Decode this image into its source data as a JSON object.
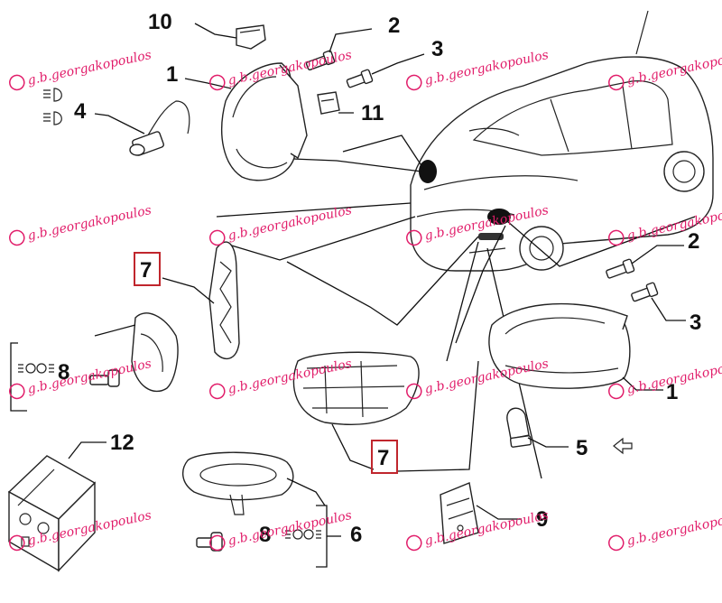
{
  "watermark": {
    "text": "g.b.georgakopoulos",
    "color": "#e11d6a"
  },
  "callouts": [
    {
      "id": "c10",
      "label": "10",
      "boxed": false
    },
    {
      "id": "c1a",
      "label": "1",
      "boxed": false
    },
    {
      "id": "c2a",
      "label": "2",
      "boxed": false
    },
    {
      "id": "c3a",
      "label": "3",
      "boxed": false
    },
    {
      "id": "c4",
      "label": "4",
      "boxed": false
    },
    {
      "id": "c11",
      "label": "11",
      "boxed": false
    },
    {
      "id": "c7a",
      "label": "7",
      "boxed": true
    },
    {
      "id": "c8a",
      "label": "8",
      "boxed": false
    },
    {
      "id": "c2b",
      "label": "2",
      "boxed": false
    },
    {
      "id": "c3b",
      "label": "3",
      "boxed": false
    },
    {
      "id": "c1b",
      "label": "1",
      "boxed": false
    },
    {
      "id": "c5",
      "label": "5",
      "boxed": false
    },
    {
      "id": "c12",
      "label": "12",
      "boxed": false
    },
    {
      "id": "c7b",
      "label": "7",
      "boxed": true
    },
    {
      "id": "c9",
      "label": "9",
      "boxed": false
    },
    {
      "id": "c8b",
      "label": "8",
      "boxed": false
    },
    {
      "id": "c6",
      "label": "6",
      "boxed": false
    }
  ],
  "highlight_color": "#c0262d"
}
